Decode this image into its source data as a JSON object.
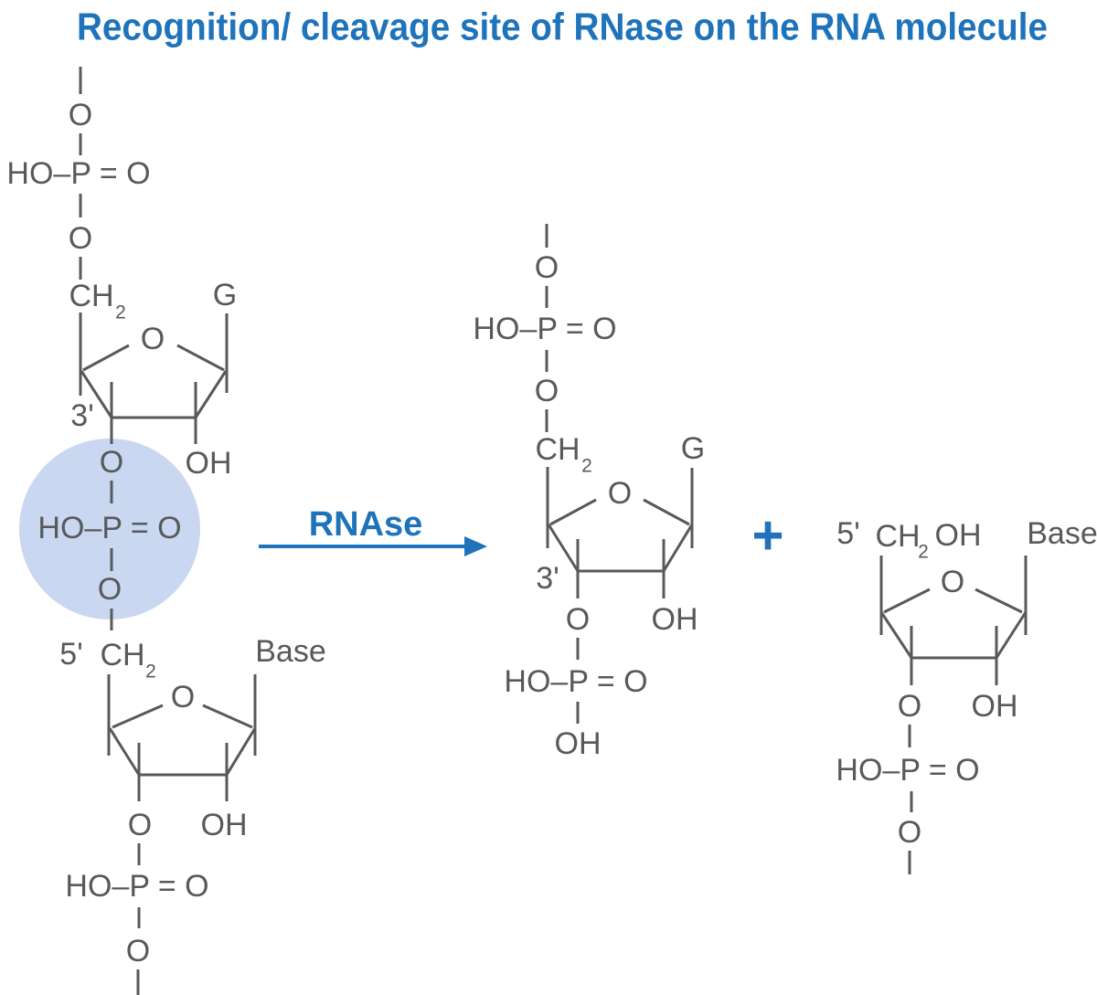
{
  "title": "Recognition/ cleavage site of RNase on the RNA molecule",
  "reaction": {
    "enzyme": "RNAse",
    "plus": "+"
  },
  "labels": {
    "oxygen": "O",
    "hydroxyl": "OH",
    "phosphate": "HO–P = O",
    "methylene": "CH",
    "subscript_two": "2",
    "guanine_base": "G",
    "generic_base": "Base",
    "three_prime": "3'",
    "five_prime": "5'"
  },
  "colors": {
    "accent_blue": "#1e73bb",
    "highlight_blue": "#c9d7f0",
    "structure_gray": "#58595b",
    "background": "#ffffff"
  }
}
